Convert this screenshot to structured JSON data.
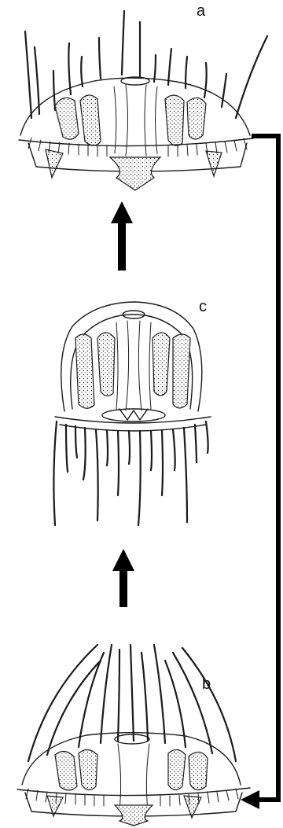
{
  "stages": [
    {
      "id": "a",
      "label": "a"
    },
    {
      "id": "c",
      "label": "c"
    },
    {
      "id": "b",
      "label": "b"
    }
  ],
  "colors": {
    "ink": "#1a1a1a",
    "background": "#ffffff"
  },
  "arrows": [
    {
      "from": "c",
      "to": "a",
      "style": "thick-up-arrow"
    },
    {
      "from": "b",
      "to": "c",
      "style": "thick-up-arrow"
    },
    {
      "from": "a",
      "to": "b",
      "style": "bracket-connector"
    }
  ]
}
